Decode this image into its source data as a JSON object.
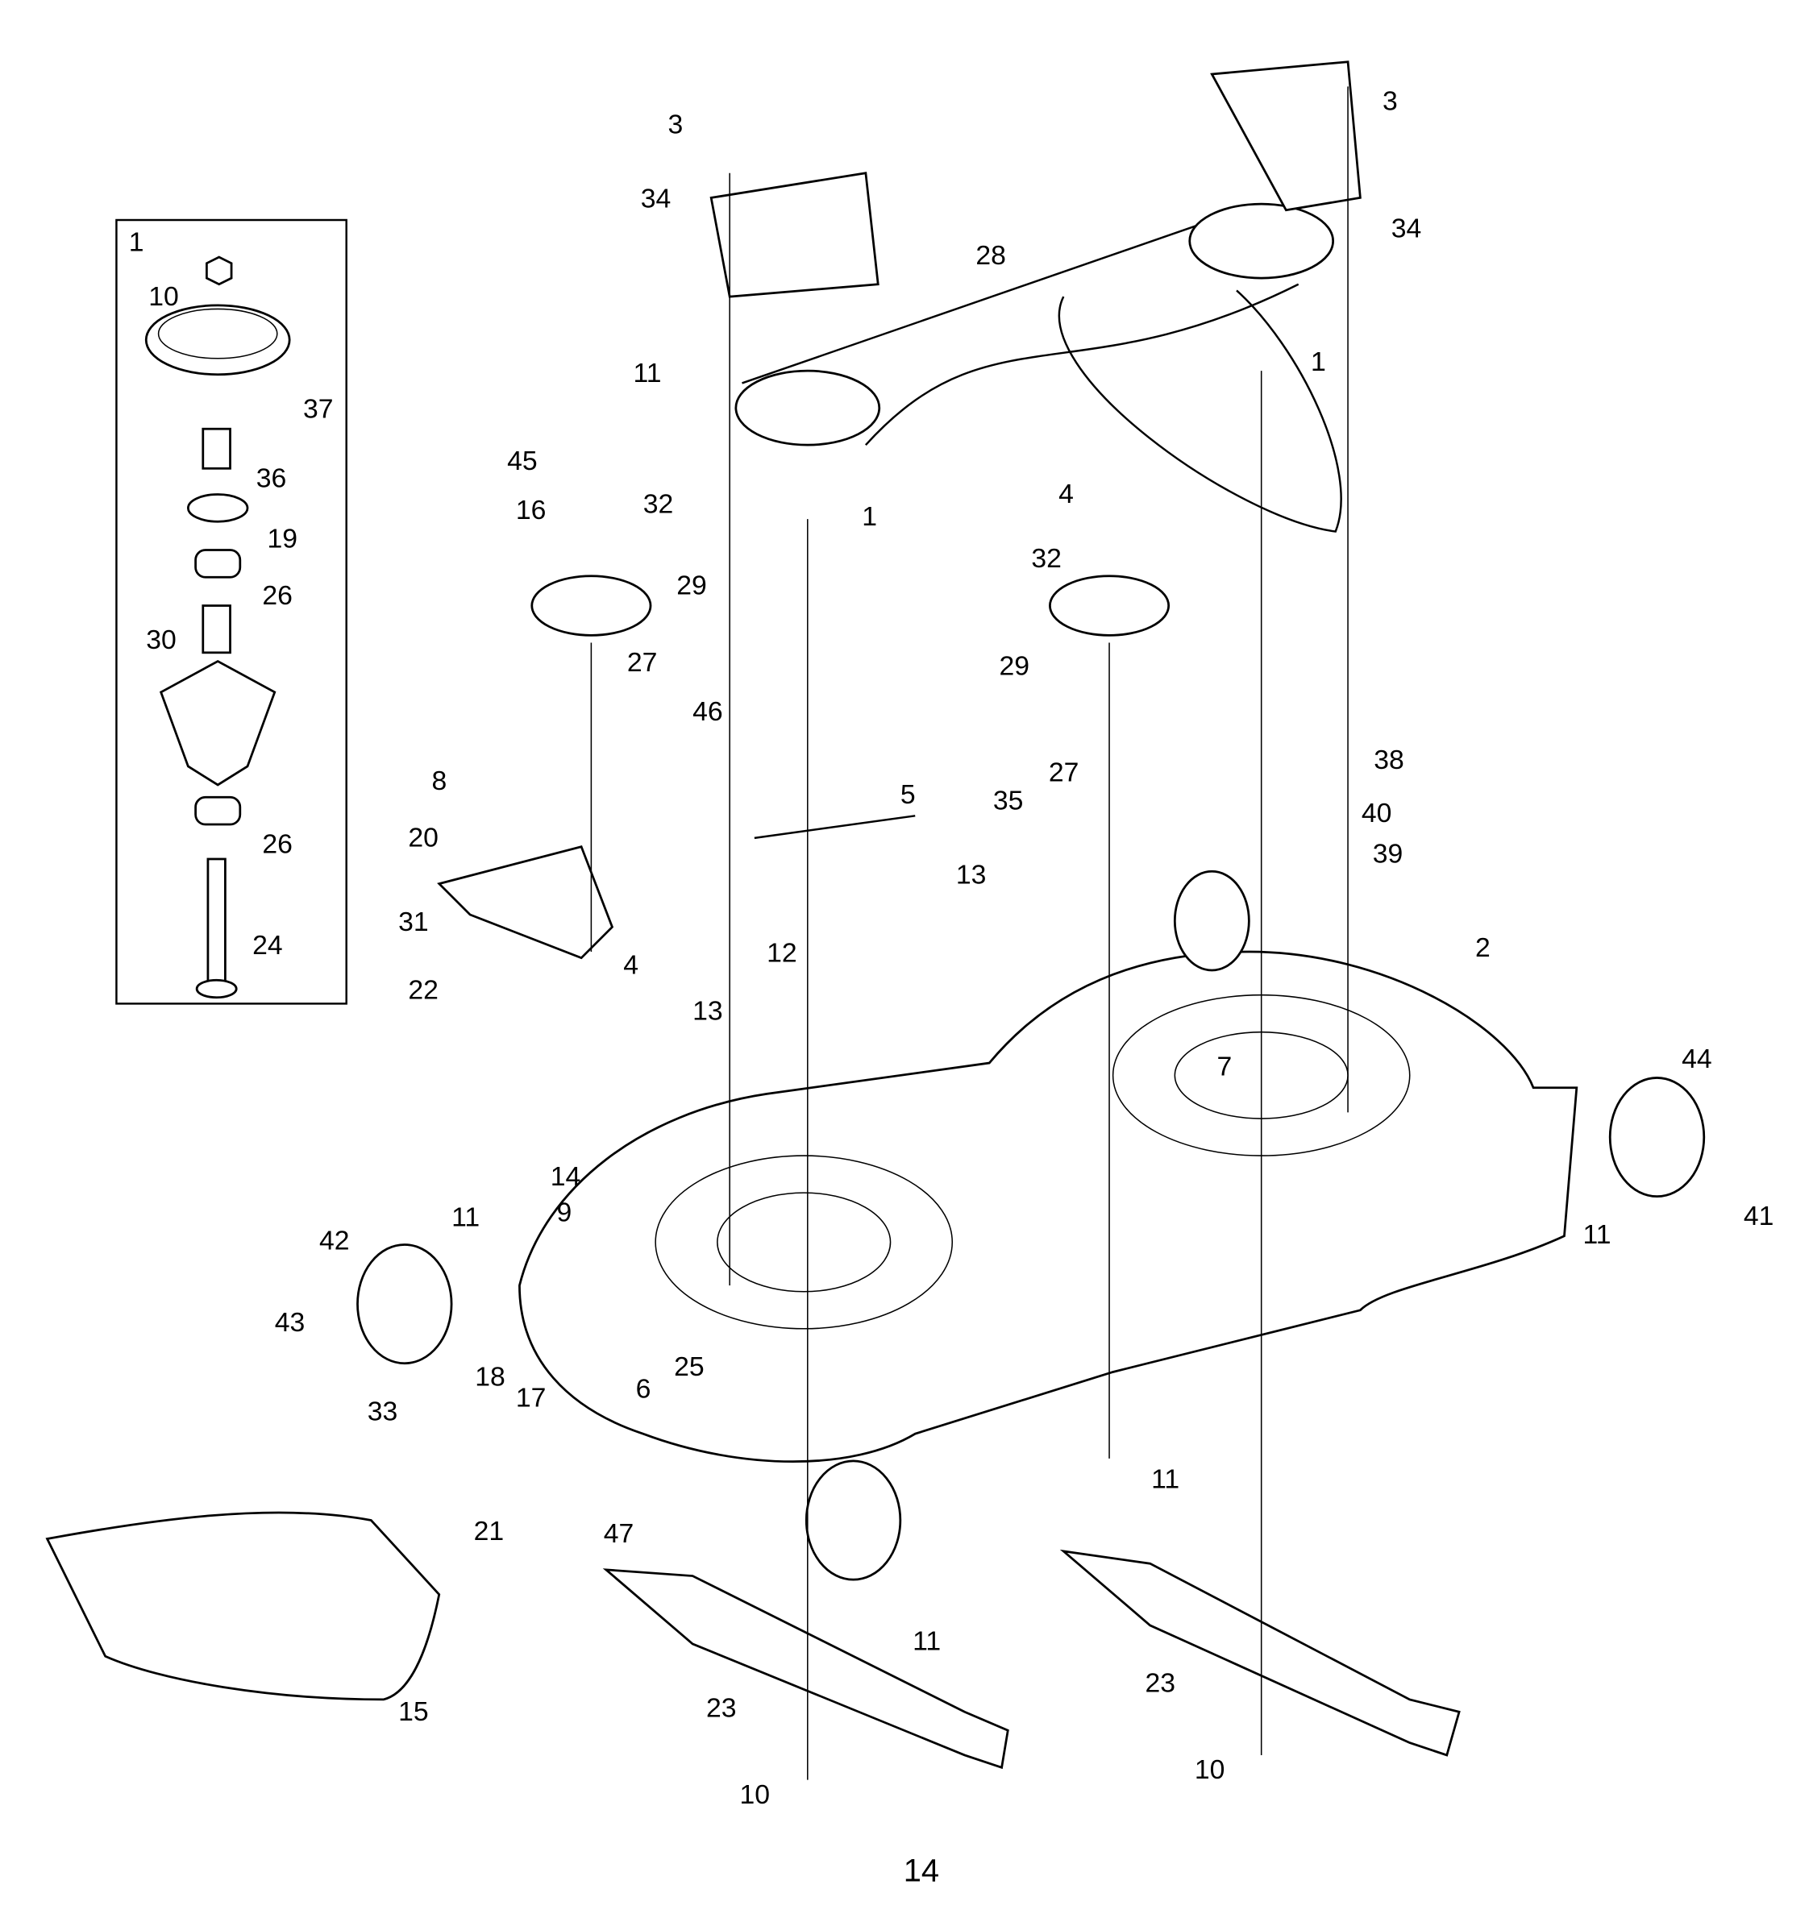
{
  "diagram": {
    "inset_label": "1",
    "page_number": "14",
    "callouts": [
      "1",
      "10",
      "37",
      "36",
      "19",
      "26",
      "30",
      "26",
      "24",
      "3",
      "34",
      "11",
      "45",
      "16",
      "32",
      "29",
      "27",
      "46",
      "8",
      "20",
      "31",
      "22",
      "4",
      "5",
      "12",
      "13",
      "13",
      "28",
      "1",
      "1",
      "3",
      "34",
      "4",
      "32",
      "29",
      "27",
      "35",
      "38",
      "40",
      "39",
      "2",
      "7",
      "44",
      "41",
      "11",
      "14",
      "9",
      "11",
      "42",
      "43",
      "6",
      "25",
      "18",
      "17",
      "33",
      "21",
      "47",
      "11",
      "11",
      "15",
      "23",
      "10",
      "23",
      "10"
    ]
  }
}
